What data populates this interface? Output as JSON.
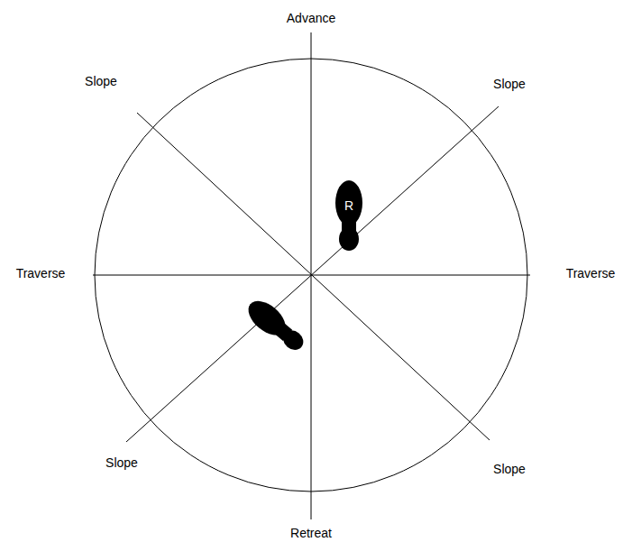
{
  "diagram": {
    "nodes": [
      {
        "text": [
          "R"
        ]
      }
    ],
    "labels": [
      "Advance",
      "Slope",
      "Slope",
      "Traverse",
      "Traverse",
      "Slope",
      "Slope",
      "Retreat"
    ]
  }
}
